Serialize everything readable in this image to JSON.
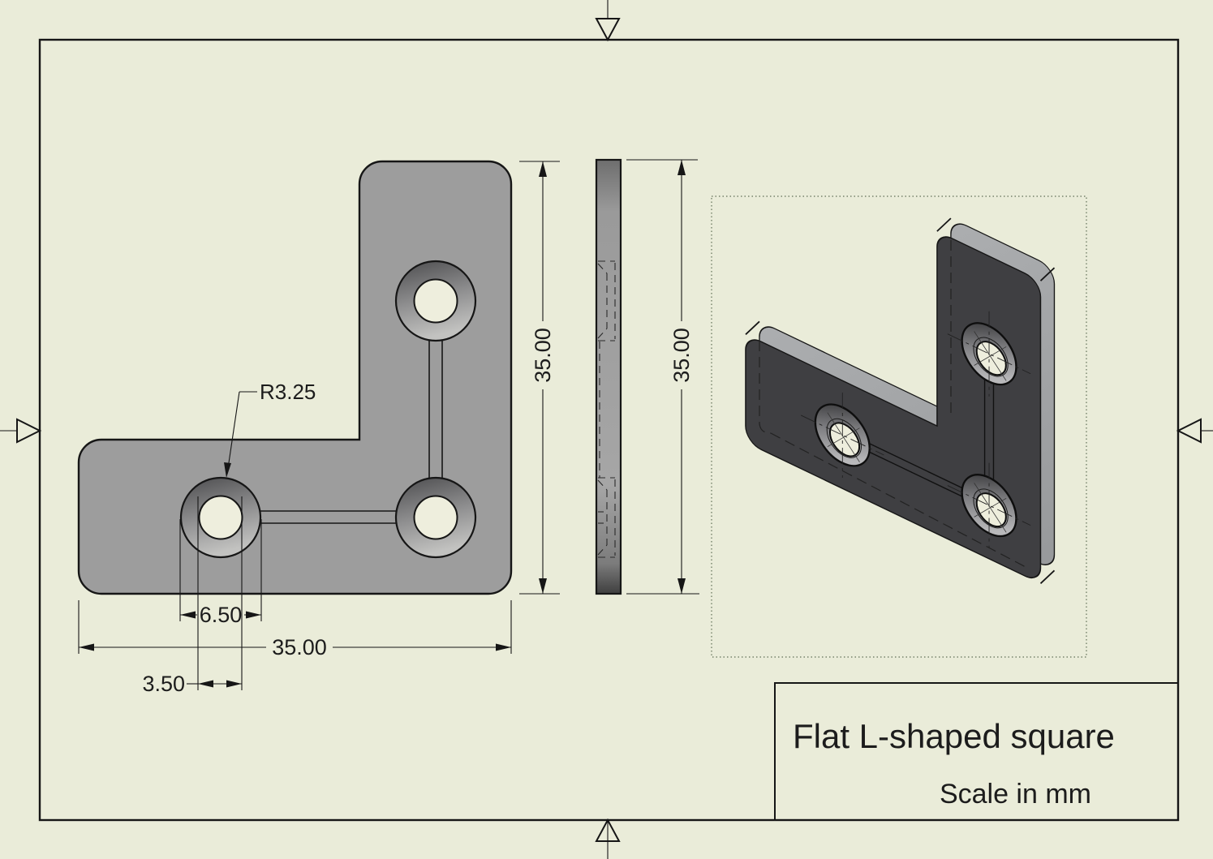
{
  "drawing": {
    "type": "CAD engineering drawing, 3-view (top, side, isometric)",
    "units_note": "Scale in mm"
  },
  "title_block": {
    "title": "Flat L-shaped square",
    "scale_note": "Scale in mm"
  },
  "top_view": {
    "dim_height": "35.00",
    "dim_width": "35.00",
    "dim_counterbore": "6.50",
    "dim_hole": "3.50",
    "radius_label": "R3.25"
  },
  "side_view": {
    "dim_height": "35.00"
  },
  "colors": {
    "background": "#eaecd9",
    "line": "#161616",
    "part_gray_top_view": "#9d9d9d",
    "iso_front_face": "#3f3f42",
    "iso_back_face": "#a9abad",
    "hole_through_fill": "#eeeedd",
    "iso_border_dots": "#5f6e55"
  }
}
